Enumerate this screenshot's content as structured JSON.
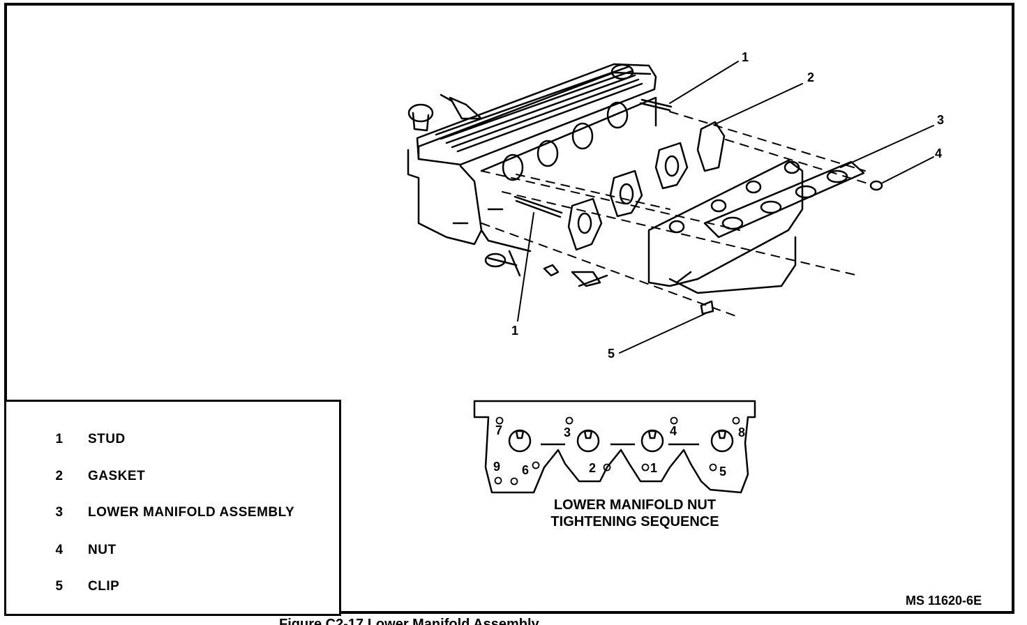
{
  "callouts": {
    "c1_top": "1",
    "c2": "2",
    "c3": "3",
    "c4": "4",
    "c1_bottom": "1",
    "c5": "5"
  },
  "legend": {
    "items": [
      {
        "num": "1",
        "label": "STUD"
      },
      {
        "num": "2",
        "label": "GASKET"
      },
      {
        "num": "3",
        "label": "LOWER MANIFOLD ASSEMBLY"
      },
      {
        "num": "4",
        "label": "NUT"
      },
      {
        "num": "5",
        "label": "CLIP"
      }
    ]
  },
  "sequence": {
    "title_line1": "LOWER MANIFOLD NUT",
    "title_line2": "TIGHTENING SEQUENCE",
    "numbers": [
      "7",
      "9",
      "6",
      "3",
      "2",
      "4",
      "1",
      "8",
      "5"
    ]
  },
  "figure_id": "MS 11620-6E",
  "caption": "Figure C2-17 Lower Manifold Assembly"
}
